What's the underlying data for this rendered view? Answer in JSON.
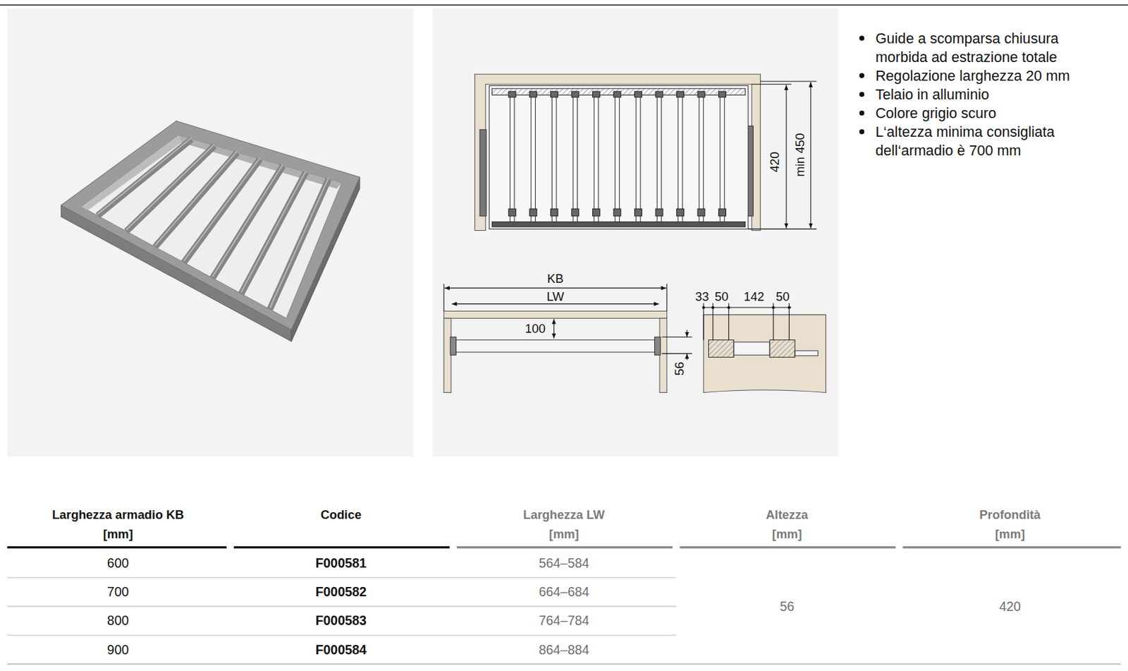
{
  "diagram": {
    "labels": [
      "Guide a scomparsa chiusura morbida ad estrazione totale",
      "Regolazione larghezza 20 mm",
      "Telaio in alluminio",
      "Colore grigio scuro",
      "L‘altezza minima consigliata dell‘armadio è 700 mm",
      "420",
      "min 450",
      "KB",
      "LW",
      "100",
      "56",
      "33",
      "50",
      "142",
      "50",
      "Larghezza armadio KB [mm]",
      "Codice",
      "Larghezza LW [mm]",
      "Altezza [mm]",
      "Profondità [mm]",
      "600",
      "F000581",
      "564–584",
      "700",
      "F000582",
      "664–684",
      "800",
      "F000583",
      "764–784",
      "900",
      "F000584",
      "864–884",
      "56",
      "420"
    ]
  }
}
